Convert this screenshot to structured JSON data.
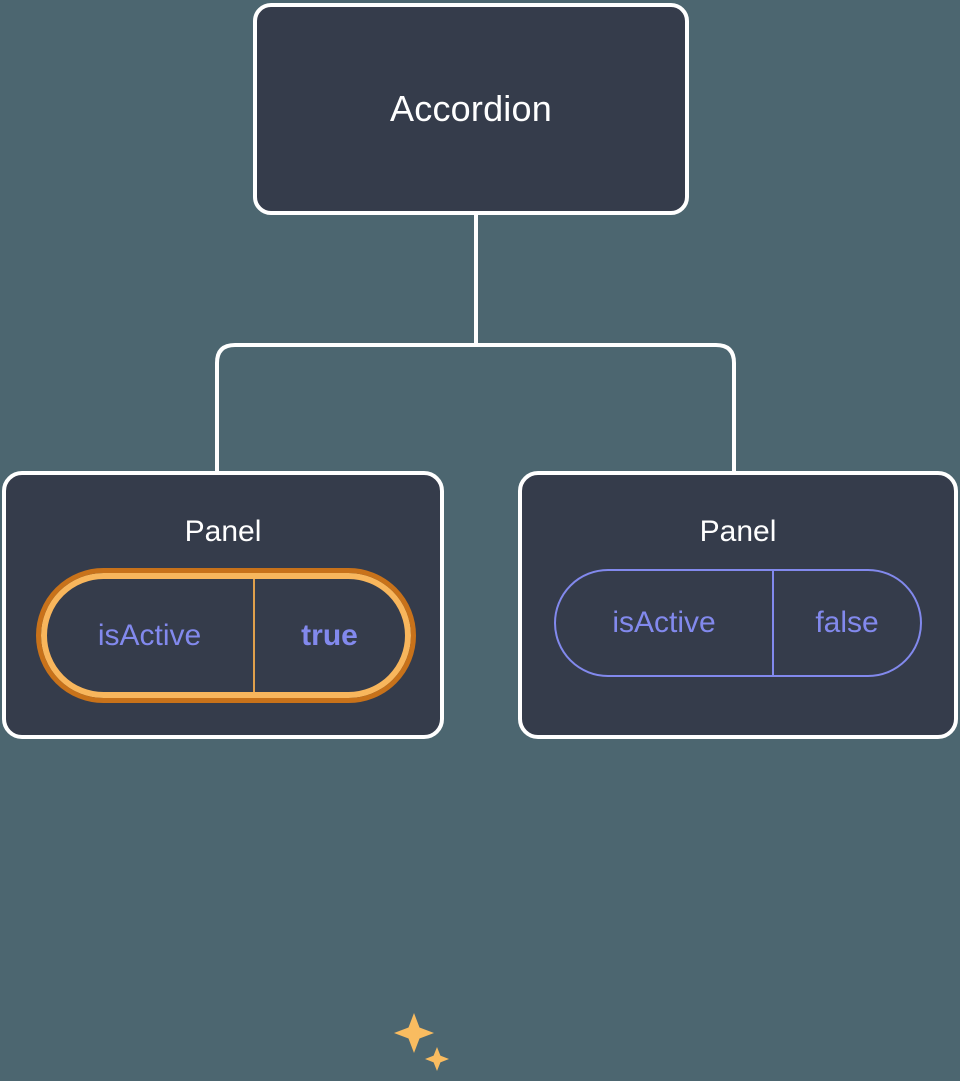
{
  "theme": {
    "background": "#4c6670",
    "node_fill": "#353c4b",
    "node_border": "#ffffff",
    "connector": "#ffffff",
    "prop_text": "#8289ed",
    "prop_border": "#8289ed",
    "highlight_inner": "#f8b65c",
    "highlight_outer": "#c8721a",
    "highlight_divider": "#e0a04c",
    "sparkle": "#f9bc60"
  },
  "tree": {
    "root": {
      "label": "Accordion"
    },
    "children": [
      {
        "label": "Panel",
        "highlighted": true,
        "prop": {
          "key": "isActive",
          "value": "true"
        },
        "decoration": "sparkles-icon"
      },
      {
        "label": "Panel",
        "highlighted": false,
        "prop": {
          "key": "isActive",
          "value": "false"
        }
      }
    ]
  }
}
